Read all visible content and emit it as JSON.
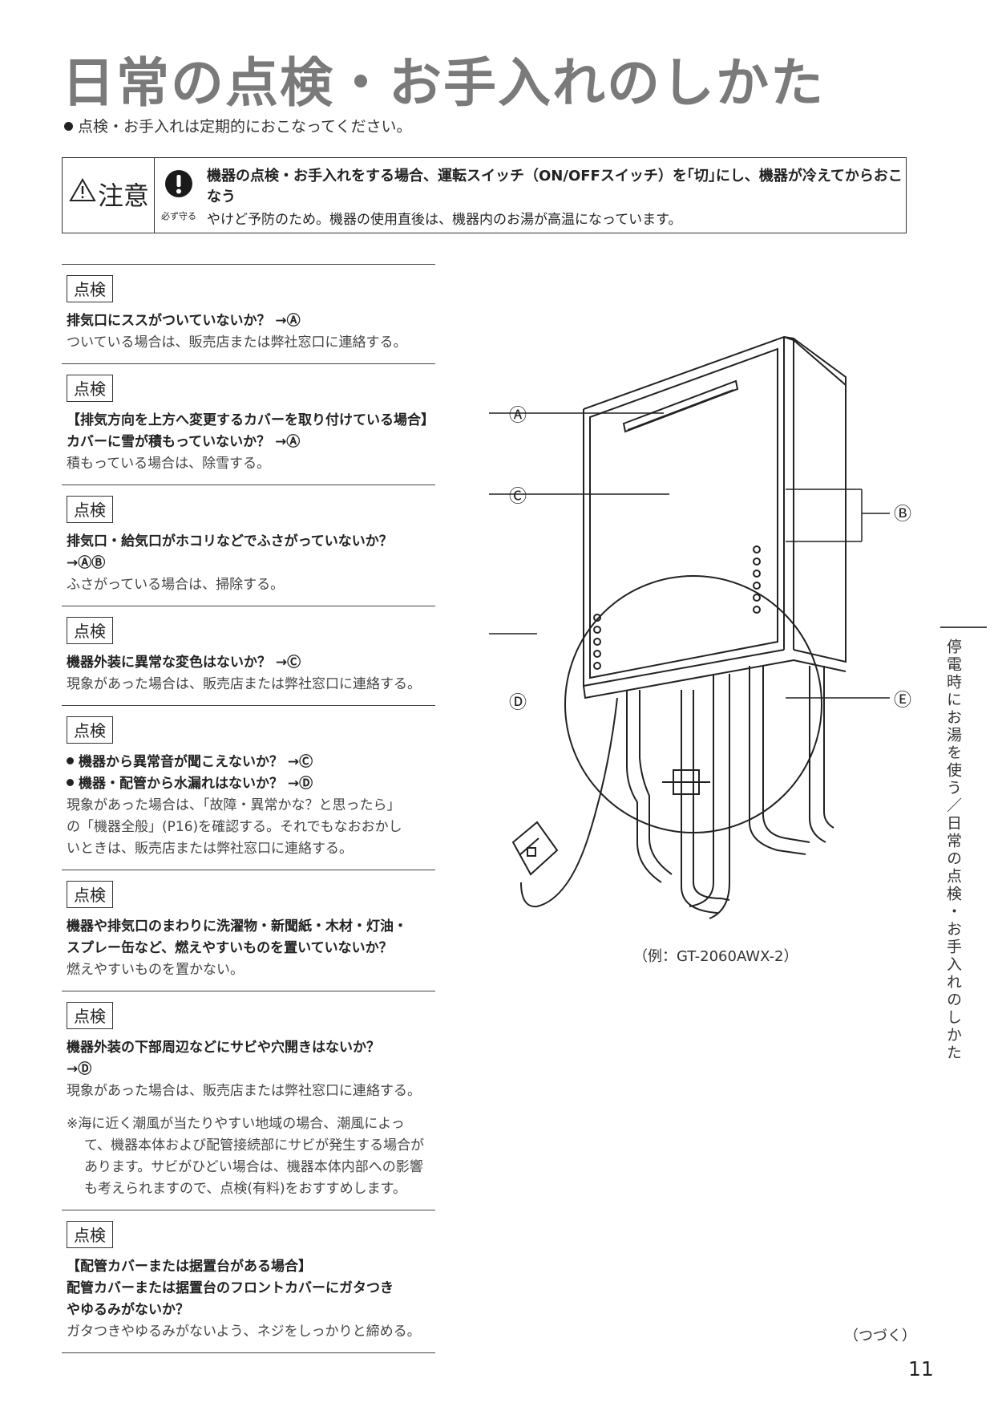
{
  "title": "日常の点検・お手入れのしかた",
  "intro": "点検・お手入れは定期的におこなってください。",
  "caution": {
    "label": "注意",
    "must_label": "必ず守る",
    "heading": "機器の点検・お手入れをする場合、運転スイッチ（ON/OFFスイッチ）を｢切｣にし、機器が冷えてからおこなう",
    "body": "やけど予防のため。機器の使用直後は、機器内のお湯が高温になっています。"
  },
  "checks": [
    {
      "tag": "点検",
      "q": [
        "排気口にススがついていないか？ →Ⓐ"
      ],
      "a": [
        "ついている場合は、販売店または弊社窓口に連絡する。"
      ]
    },
    {
      "tag": "点検",
      "q": [
        "【排気方向を上方へ変更するカバーを取り付けている場合】",
        "カバーに雪が積もっていないか？ →Ⓐ"
      ],
      "a": [
        "積もっている場合は、除雪する。"
      ]
    },
    {
      "tag": "点検",
      "q": [
        "排気口・給気口がホコリなどでふさがっていないか？",
        "→ⒶⒷ"
      ],
      "a": [
        "ふさがっている場合は、掃除する。"
      ]
    },
    {
      "tag": "点検",
      "q": [
        "機器外装に異常な変色はないか？ →Ⓒ"
      ],
      "a": [
        "現象があった場合は、販売店または弊社窓口に連絡する。"
      ]
    },
    {
      "tag": "点検",
      "bullets": [
        "機器から異常音が聞こえないか？ →Ⓒ",
        "機器・配管から水漏れはないか？ →Ⓓ"
      ],
      "a": [
        "現象があった場合は、「故障・異常かな？と思ったら」",
        "の「機器全般」(P16)を確認する。それでもなおおかし",
        "いときは、販売店または弊社窓口に連絡する。"
      ]
    },
    {
      "tag": "点検",
      "q": [
        "機器や排気口のまわりに洗濯物・新聞紙・木材・灯油・",
        "スプレー缶など、燃えやすいものを置いていないか？"
      ],
      "a": [
        "燃えやすいものを置かない。"
      ]
    },
    {
      "tag": "点検",
      "q": [
        "機器外装の下部周辺などにサビや穴開きはないか？",
        "→Ⓓ"
      ],
      "a": [
        "現象があった場合は、販売店または弊社窓口に連絡する。"
      ],
      "note": "※海に近く潮風が当たりやすい地域の場合、潮風によって、機器本体および配管接続部にサビが発生する場合があります。サビがひどい場合は、機器本体内部への影響も考えられますので、点検(有料)をおすすめします。"
    },
    {
      "tag": "点検",
      "q": [
        "【配管カバーまたは据置台がある場合】",
        "配管カバーまたは据置台のフロントカバーにガタつき",
        "やゆるみがないか？"
      ],
      "a": [
        "ガタつきやゆるみがないよう、ネジをしっかりと締める。"
      ]
    }
  ],
  "diagram": {
    "labels": {
      "A": "Ⓐ",
      "B": "Ⓑ",
      "C": "Ⓒ",
      "D": "Ⓓ",
      "E": "Ⓔ"
    },
    "caption": "（例：GT-2060AWX-2）"
  },
  "side_tab": "停電時にお湯を使う／日常の点検・お手入れのしかた",
  "continued": "（つづく）",
  "page_number": "11"
}
